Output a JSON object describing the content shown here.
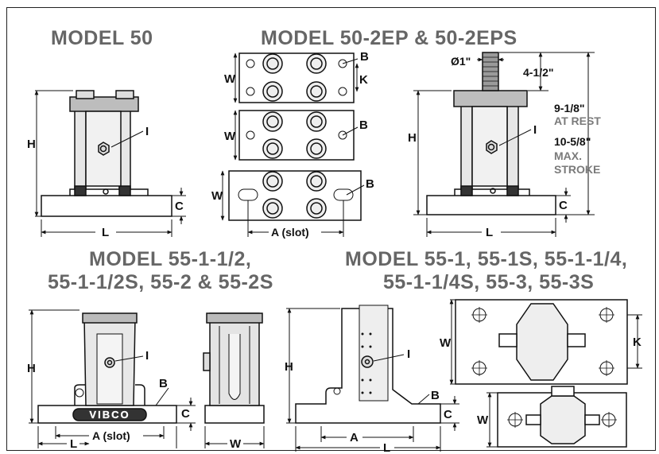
{
  "titles": {
    "model50": "MODEL 50",
    "model50_2ep": "MODEL 50-2EP & 50-2EPS",
    "model55_a_line1": "MODEL 55-1-1/2,",
    "model55_a_line2": "55-1-1/2S, 55-2 & 55-2S",
    "model55_b_line1": "MODEL 55-1, 55-1S, 55-1-1/4,",
    "model55_b_line2": "55-1-1/4S, 55-3, 55-3S"
  },
  "labels": {
    "H": "H",
    "L": "L",
    "C": "C",
    "I": "I",
    "W": "W",
    "B": "B",
    "K": "K",
    "A": "A",
    "A_slot": "A (slot)",
    "dia": "Ø1\"",
    "stud": "4-1/2\"",
    "rest_value": "9-1/8\"",
    "rest_label": "AT REST",
    "max_value": "10-5/8\"",
    "max_label_1": "MAX.",
    "max_label_2": "STROKE",
    "logo": "VIBCO"
  }
}
